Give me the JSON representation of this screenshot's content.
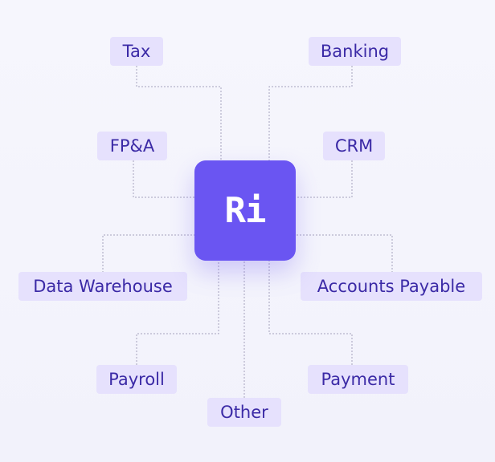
{
  "hub": {
    "label": "Ri"
  },
  "nodes": {
    "tax": "Tax",
    "banking": "Banking",
    "fpa": "FP&A",
    "crm": "CRM",
    "data_warehouse": "Data Warehouse",
    "accounts_payable": "Accounts Payable",
    "payroll": "Payroll",
    "payment": "Payment",
    "other": "Other"
  },
  "colors": {
    "hub": "#6a55f2",
    "node_bg": "#e6e1fd",
    "node_text": "#3b2aa6",
    "connector": "#a5a2bd"
  }
}
